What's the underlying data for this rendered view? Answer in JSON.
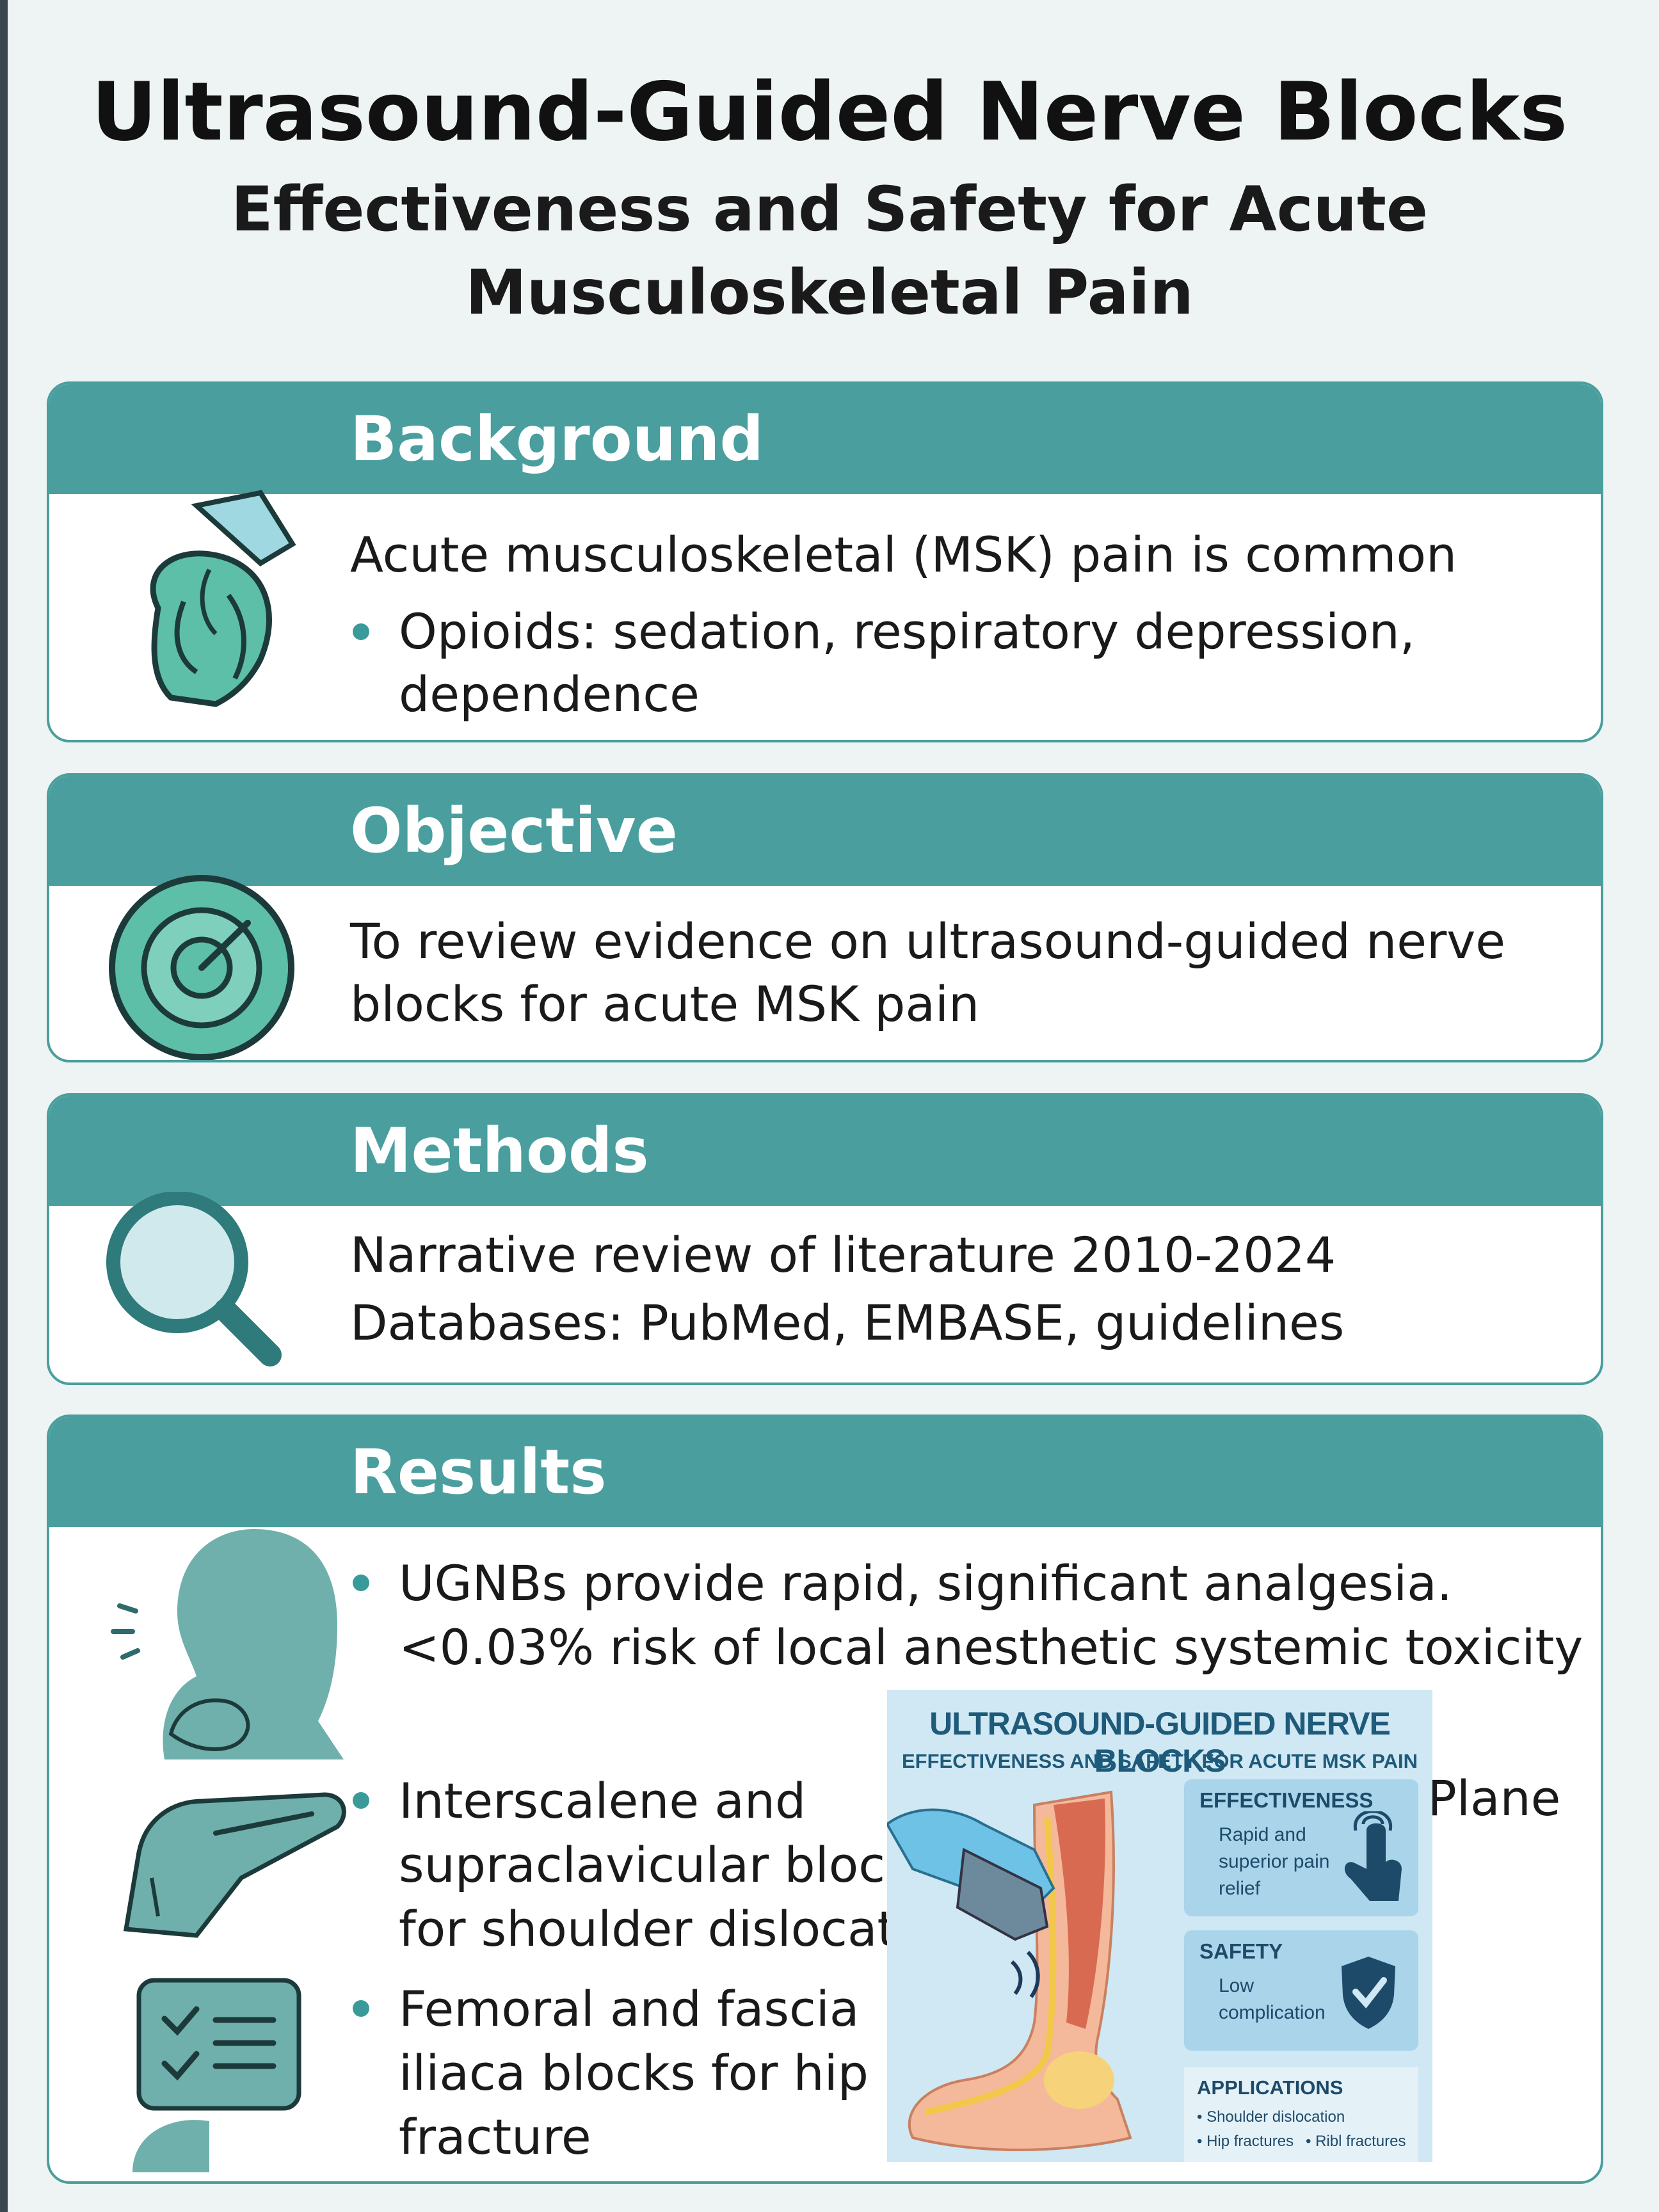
{
  "header": {
    "title": "Ultrasound-Guided Nerve Blocks",
    "subtitle": "Effectiveness and Safety for Acute Musculoskeletal Pain"
  },
  "sections": {
    "background": {
      "heading": "Background",
      "text": "Acute musculoskeletal (MSK) pain is common",
      "bullet": "Opioids: sedation, respiratory depression, dependence",
      "icon": "shoulder-pain-icon"
    },
    "objective": {
      "heading": "Objective",
      "text": "To review evidence on ultrasound-guided nerve blocks for acute MSK pain",
      "icon": "target-icon"
    },
    "methods": {
      "heading": "Methods",
      "line1": "Narrative review of literature 2010-2024",
      "line2": "Databases: PubMed, EMBASE, guidelines",
      "icon": "magnifier-icon"
    },
    "results": {
      "heading": "Results",
      "bullet1": "UGNBs provide rapid, significant analgesia. <0.03% risk of local anesthetic systemic toxicity",
      "bullet2": "Interscalene and supraclavicular block for shoulder dislocat",
      "bullet2_overflow": "Plane",
      "bullet3": "Femoral and fascia iliaca blocks for hip fracture",
      "icons": [
        "patient-profile-icon",
        "ultrasound-probe-icon",
        "checklist-icon"
      ]
    }
  },
  "inset": {
    "title": "ULTRASOUND-GUIDED NERVE BLOCKS",
    "subtitle": "EFFECTIVENESS AND SAFETY FOR ACUTE MSK PAIN",
    "effectiveness": {
      "title": "EFFECTIVENESS",
      "text": "Rapid and superior pain relief"
    },
    "safety": {
      "title": "SAFETY",
      "text": "Low complication"
    },
    "applications": {
      "title": "APPLICATIONS",
      "items": [
        "• Shoulder dislocation",
        "• Hip fractures",
        "• Ribl fractures"
      ]
    }
  },
  "colors": {
    "teal": "#4a9e9e",
    "icon_fill": "#5dbfa8",
    "inset_bg": "#cfe8f3",
    "inset_text": "#1e5a7a"
  }
}
